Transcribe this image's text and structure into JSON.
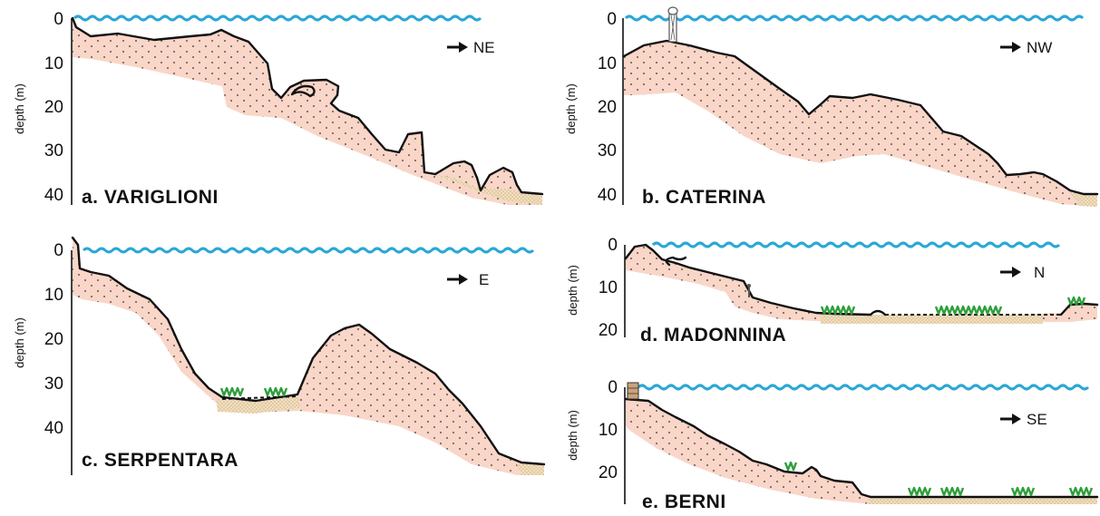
{
  "panels": {
    "a": {
      "title": "a. VARIGLIONI",
      "direction": "NE",
      "ylabel": "depth (m)",
      "ticks": [
        "0",
        "10",
        "20",
        "30",
        "40"
      ]
    },
    "b": {
      "title": "b. CATERINA",
      "direction": "NW",
      "ylabel": "depth (m)",
      "ticks": [
        "0",
        "10",
        "20",
        "30",
        "40"
      ]
    },
    "c": {
      "title": "c. SERPENTARA",
      "direction": "E",
      "ylabel": "depth (m)",
      "ticks": [
        "0",
        "10",
        "20",
        "30",
        "40"
      ]
    },
    "d": {
      "title": "d. MADONNINA",
      "direction": "N",
      "ylabel": "depth (m)",
      "ticks": [
        "0",
        "10",
        "20"
      ]
    },
    "e": {
      "title": "e. BERNI",
      "direction": "SE",
      "ylabel": "depth (m)",
      "ticks": [
        "0",
        "10",
        "20"
      ]
    }
  },
  "colors": {
    "rock_fill": "#f9d6c8",
    "sand_fill": "#f2dfbf",
    "water_line": "#2aa7d6",
    "seagrass": "#2e9e3a",
    "profile_line": "#111111"
  },
  "icons": [
    "wave-line",
    "arrow-right-icon",
    "seagrass-icon",
    "lighthouse-icon",
    "pipe-icon",
    "pier-icon"
  ]
}
